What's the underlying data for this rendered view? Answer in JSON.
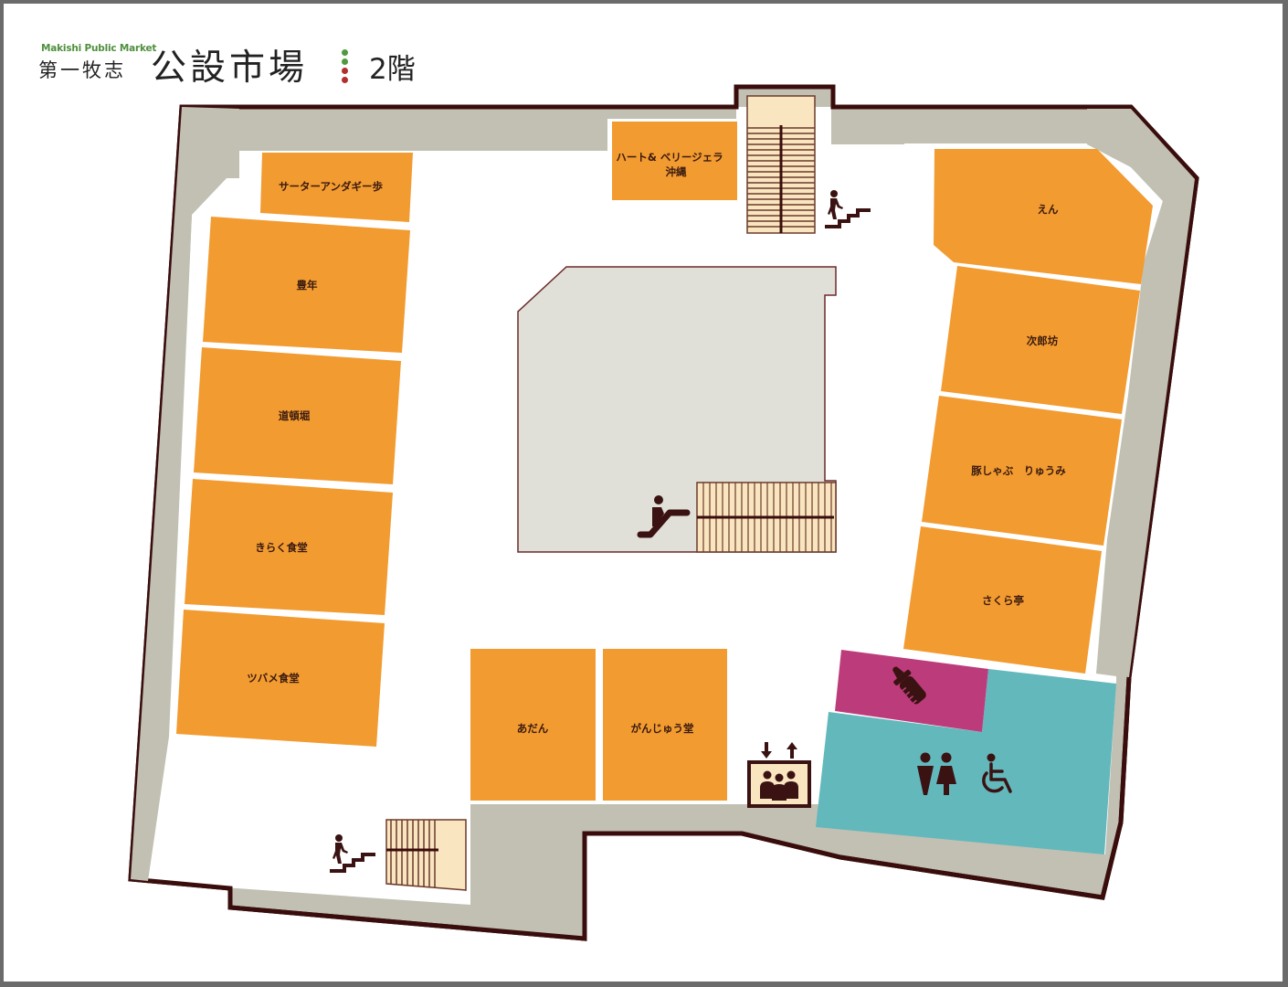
{
  "header": {
    "brand_en": "Makishi Public Market",
    "brand_jp": "第一牧志",
    "title": "公設市場",
    "floor": "2階",
    "dot_colors": [
      "#4f9a3f",
      "#4f9a3f",
      "#b0302c",
      "#b0302c"
    ]
  },
  "colors": {
    "frame": "#6b6b6b",
    "wall_outline": "#3a0d0d",
    "wall_fill": "#c1c0b3",
    "floor": "#ffffff",
    "shop": "#f29b30",
    "void": "#e0dfd8",
    "stairs": "#f9e6c0",
    "nursing_room": "#bc3c7b",
    "restroom": "#63b8bc",
    "icon": "#3a1212"
  },
  "shops": {
    "sata_andagi": "サーターアンダギー歩",
    "heart_berry_1": "ハート& ベリージェラ",
    "heart_berry_2": "沖縄",
    "hounen": "豊年",
    "doutonbori": "道頓堀",
    "kiraku": "きらく食堂",
    "tsubame": "ツバメ食堂",
    "adan": "あだん",
    "ganjuudou": "がんじゅう堂",
    "en": "えん",
    "jiroubou": "次郎坊",
    "butashabu": "豚しゃぶ　りゅうみ",
    "sakuratei": "さくら亭"
  },
  "facilities": {
    "stairs_top": "stairs-icon",
    "stairs_bottom": "stairs-icon",
    "escalator": "escalator-icon",
    "elevator": "elevator-icon",
    "nursing": "baby-bottle-icon",
    "restroom": "restroom-icon",
    "accessible": "wheelchair-icon"
  }
}
